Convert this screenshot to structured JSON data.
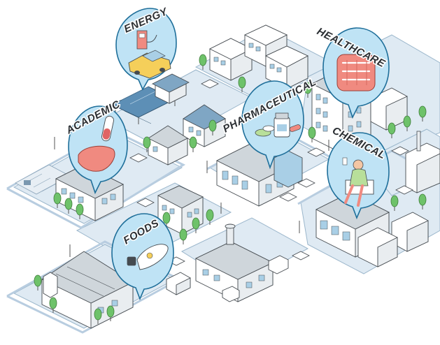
{
  "labels": {
    "energy": "ENERGY",
    "healthcare": "HEALTHCARE",
    "academic": "ACADEMIC",
    "pharmaceutical": "PHARMACEUTICAL",
    "chemical": "CHEMICAL",
    "foods": "FOODS"
  },
  "colors": {
    "bubble_fill": "#bfe3f5",
    "bubble_stroke": "#1f6f9a",
    "plot": "#dfeaf3",
    "tree": "#6ec26a",
    "car_yellow": "#f5cf5a",
    "organ_pink": "#f08a80"
  }
}
